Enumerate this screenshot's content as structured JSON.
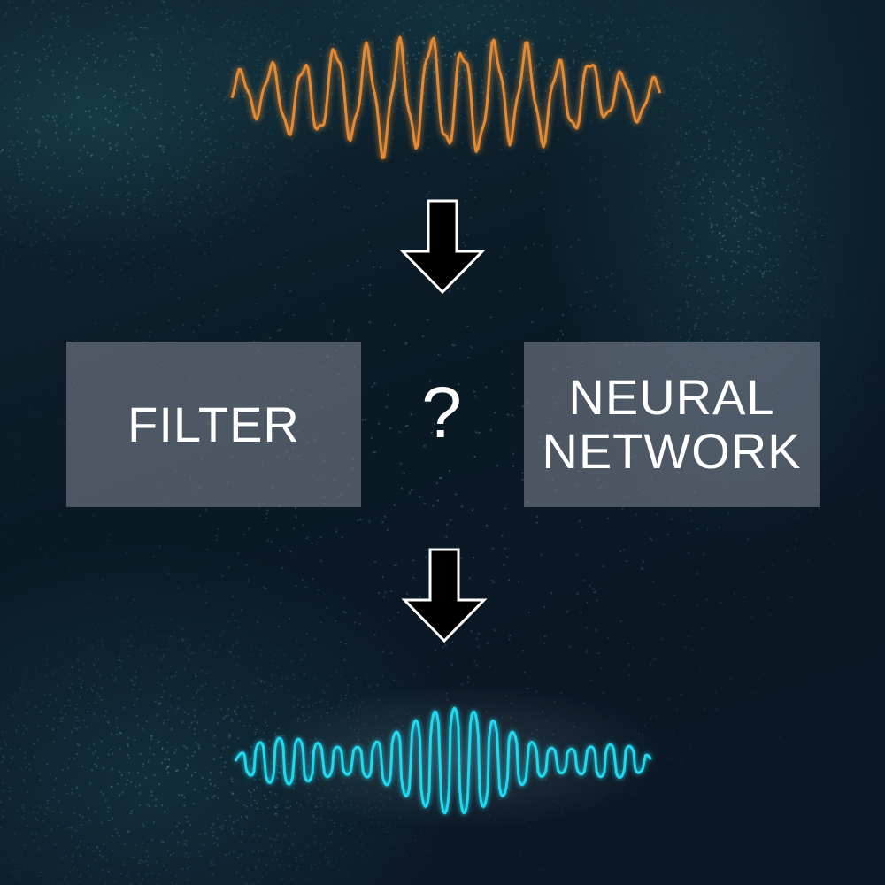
{
  "diagram": {
    "filter_label": "FILTER",
    "question_mark": "?",
    "neural_network_label_line1": "NEURAL",
    "neural_network_label_line2": "NETWORK"
  },
  "colors": {
    "noisy_wave": "#e48a35",
    "clean_wave": "#20d8ee",
    "box_fill": "#7a808c",
    "arrow_fill": "#000000",
    "arrow_outline": "#ffffff"
  },
  "icons": {
    "arrow": "down-arrow-icon"
  }
}
